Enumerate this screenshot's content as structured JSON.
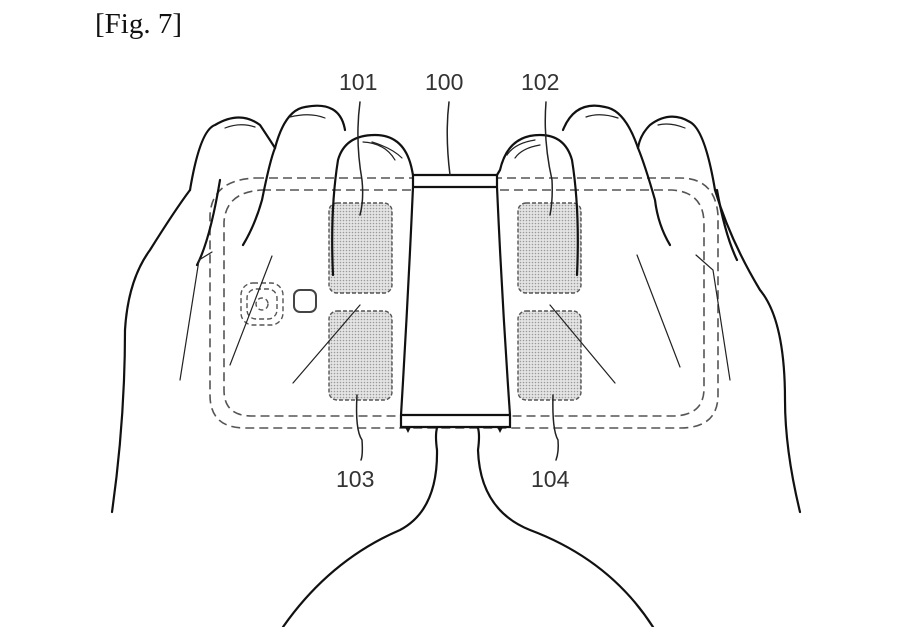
{
  "figure": {
    "title": "[Fig. 7]",
    "labels": {
      "device": "100",
      "pad_top_left": "101",
      "pad_top_right": "102",
      "pad_bottom_left": "103",
      "pad_bottom_right": "104"
    },
    "description": "Two hands holding the back of a mobile device with four touch sensor regions"
  }
}
